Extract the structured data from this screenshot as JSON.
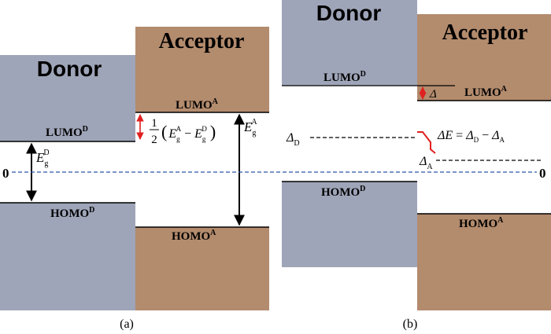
{
  "colors": {
    "donor": "#9fa5b8",
    "acceptor": "#b38b6d",
    "zero_line": "#2f54a8",
    "arrow_red": "#e02020",
    "black": "#000000"
  },
  "panel_a": {
    "donor_label": "Donor",
    "acceptor_label": "Acceptor",
    "lumo_d": "LUMO",
    "lumo_d_sup": "D",
    "lumo_a": "LUMO",
    "lumo_a_sup": "A",
    "homo_d": "HOMO",
    "homo_d_sup": "D",
    "homo_a": "HOMO",
    "homo_a_sup": "A",
    "zero_label": "0",
    "eg_d": {
      "base": "E",
      "sub": "g",
      "sup": "D"
    },
    "eg_a": {
      "base": "E",
      "sub": "g",
      "sup": "A"
    },
    "half_num": "1",
    "half_den": "2",
    "half_expr": {
      "open": "(",
      "e1": "E",
      "e1_sub": "g",
      "e1_sup": "A",
      "minus": "−",
      "e2": "E",
      "e2_sub": "g",
      "e2_sup": "D",
      "close": ")"
    },
    "caption": "(a)"
  },
  "panel_b": {
    "donor_label": "Donor",
    "acceptor_label": "Acceptor",
    "lumo_d": "LUMO",
    "lumo_d_sup": "D",
    "lumo_a": "LUMO",
    "lumo_a_sup": "A",
    "homo_d": "HOMO",
    "homo_d_sup": "D",
    "homo_a": "HOMO",
    "homo_a_sup": "A",
    "zero_label": "0",
    "delta_small": "Δ",
    "delta_d": {
      "base": "Δ",
      "sub": "D"
    },
    "delta_a": {
      "base": "Δ",
      "sub": "A"
    },
    "delta_e": {
      "lhs": "ΔE",
      "eq": "=",
      "t1": "Δ",
      "t1_sub": "D",
      "minus": "−",
      "t2": "Δ",
      "t2_sub": "A"
    },
    "caption": "(b)"
  }
}
